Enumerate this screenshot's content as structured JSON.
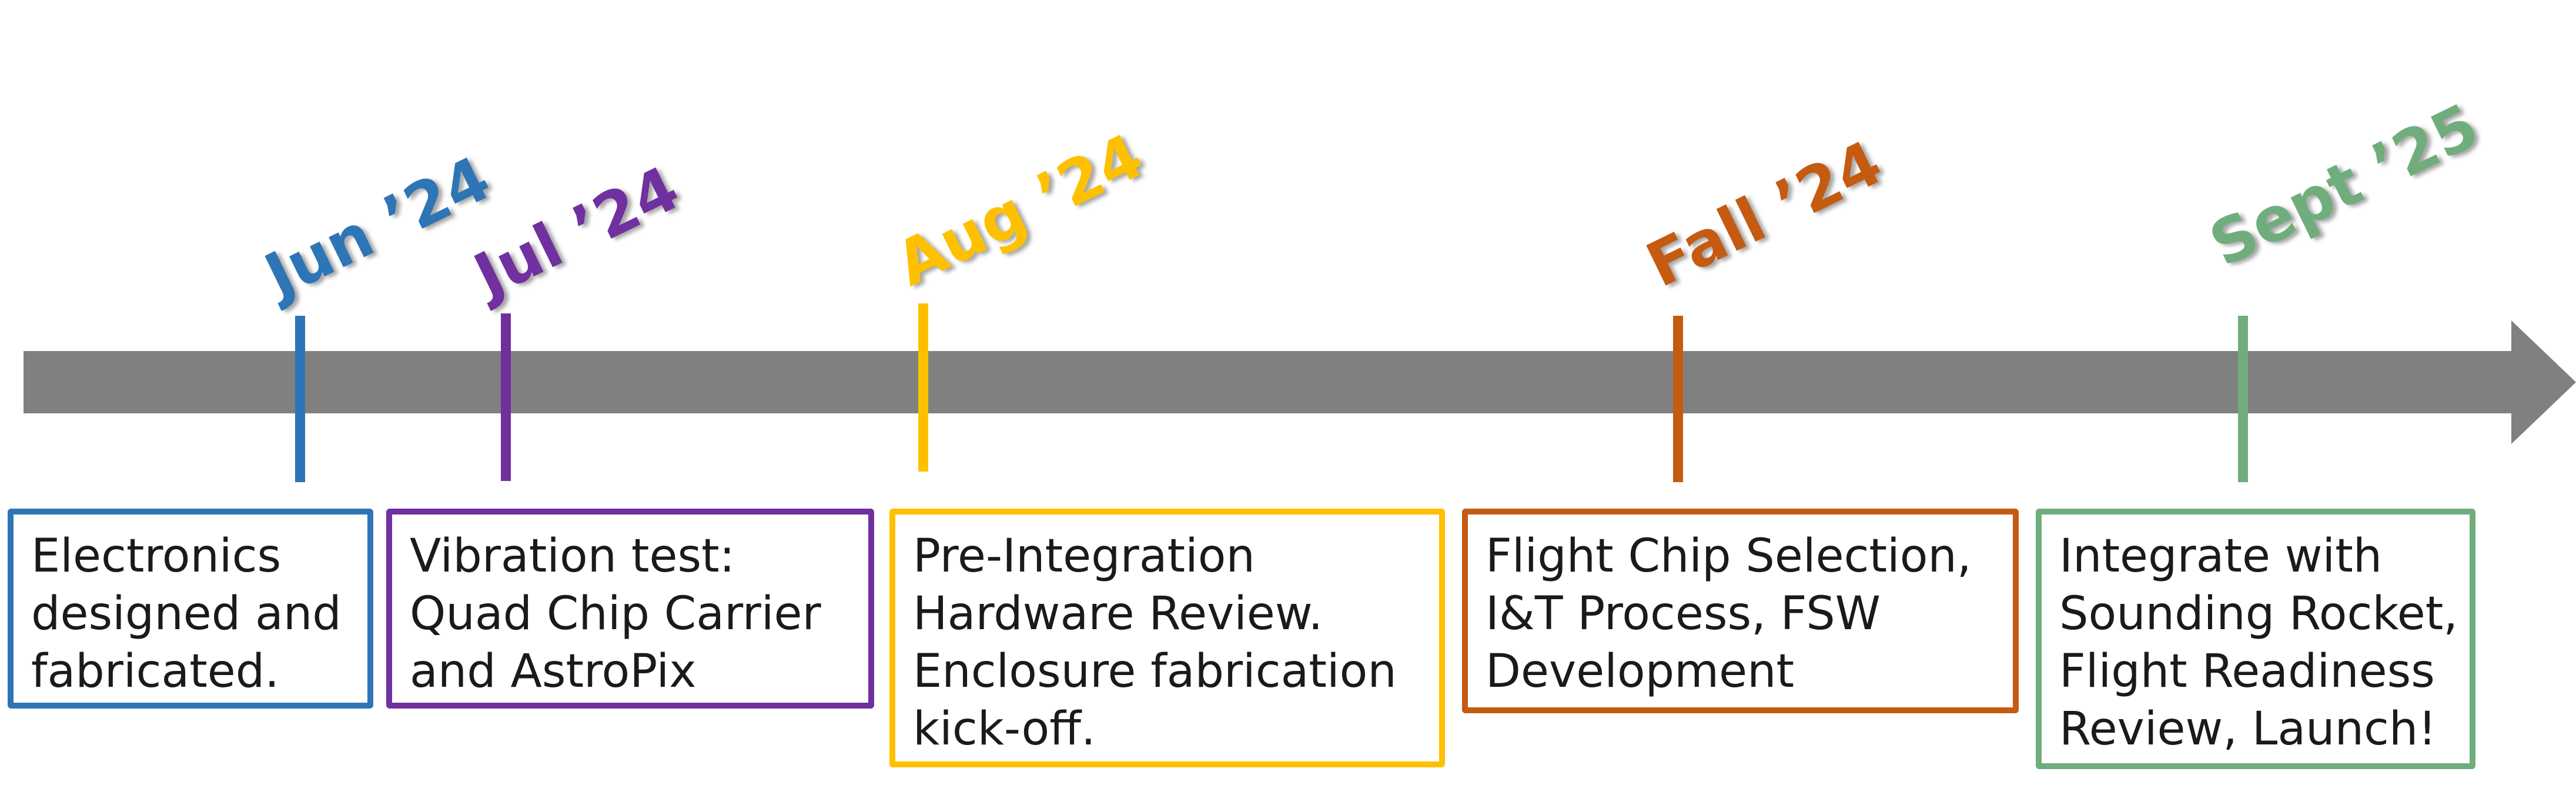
{
  "colors": {
    "arrow": "#808080",
    "blue": "#2e75b6",
    "purple": "#7030a0",
    "gold": "#ffc000",
    "orange": "#c55a11",
    "green": "#70ad7d"
  },
  "milestones": [
    {
      "date": "Jun ’24",
      "color": "#2e75b6",
      "lines": [
        "Electronics",
        "designed and",
        "fabricated."
      ]
    },
    {
      "date": "Jul ’24",
      "color": "#7030a0",
      "lines": [
        "Vibration test:",
        "Quad Chip Carrier",
        "and AstroPix"
      ]
    },
    {
      "date": "Aug ’24",
      "color": "#ffc000",
      "lines": [
        "Pre-Integration",
        "Hardware Review.",
        "Enclosure fabrication",
        "kick-off."
      ]
    },
    {
      "date": "Fall ’24",
      "color": "#c55a11",
      "lines": [
        "Flight Chip Selection,",
        "I&T Process, FSW",
        "Development"
      ]
    },
    {
      "date": "Sept ’25",
      "color": "#70ad7d",
      "lines": [
        "Integrate with",
        "Sounding Rocket,",
        "Flight Readiness",
        "Review, Launch!"
      ]
    }
  ]
}
